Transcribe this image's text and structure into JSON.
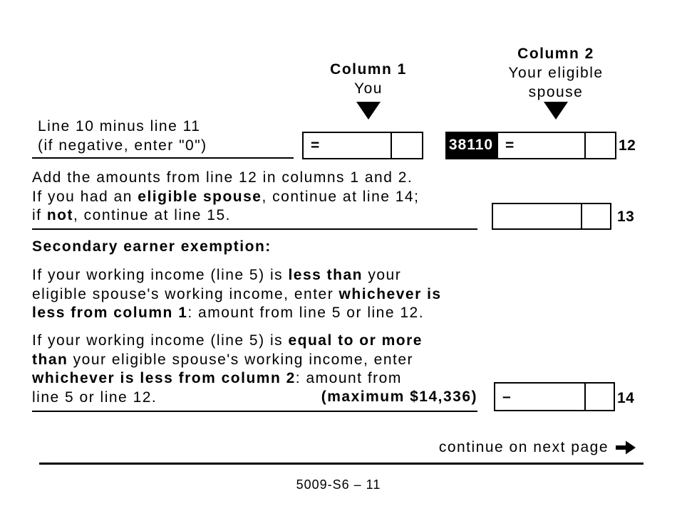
{
  "colors": {
    "ink": "#000000",
    "paper": "#ffffff",
    "field_code_bg": "#000000",
    "field_code_text": "#ffffff"
  },
  "icons": {
    "column_pointer": "down-triangle-icon",
    "continue_arrow": "arrow-right-icon"
  },
  "columns": {
    "col1": {
      "title": "Column 1",
      "subtitle": "You"
    },
    "col2": {
      "title": "Column 2",
      "subtitle_line1": "Your eligible",
      "subtitle_line2": "spouse"
    }
  },
  "line12": {
    "label_line1": "Line 10 minus line 11",
    "label_line2": "(if negative, enter \"0\")",
    "col1_operator": "=",
    "field_code": "38110",
    "col2_operator": "=",
    "line_number": "12"
  },
  "line13": {
    "lines": [
      [
        {
          "t": "Add the amounts from line 12 in columns 1 and 2.",
          "b": false
        }
      ],
      [
        {
          "t": "If you had an ",
          "b": false
        },
        {
          "t": "eligible spouse",
          "b": true
        },
        {
          "t": ", continue at line 14;",
          "b": false
        }
      ],
      [
        {
          "t": "if ",
          "b": false
        },
        {
          "t": "not",
          "b": true
        },
        {
          "t": ", continue at line 15.",
          "b": false
        }
      ]
    ],
    "line_number": "13"
  },
  "secondary_earner": {
    "heading": "Secondary earner exemption:",
    "para1_lines": [
      [
        {
          "t": "If your working income (line 5) is ",
          "b": false
        },
        {
          "t": "less than",
          "b": true
        },
        {
          "t": " your",
          "b": false
        }
      ],
      [
        {
          "t": "eligible spouse's working income, enter ",
          "b": false
        },
        {
          "t": "whichever is",
          "b": true
        }
      ],
      [
        {
          "t": "less from column 1",
          "b": true
        },
        {
          "t": ": amount from line 5 or line 12.",
          "b": false
        }
      ]
    ],
    "para2_lines": [
      [
        {
          "t": "If your working income (line 5) is ",
          "b": false
        },
        {
          "t": "equal to or more",
          "b": true
        }
      ],
      [
        {
          "t": "than",
          "b": true
        },
        {
          "t": " your eligible spouse's working income, enter",
          "b": false
        }
      ],
      [
        {
          "t": "whichever is less from column 2",
          "b": true
        },
        {
          "t": ": amount from",
          "b": false
        }
      ],
      [
        {
          "t": "line 5 or line 12.",
          "b": false
        }
      ]
    ],
    "maximum_note": "(maximum $14,336)"
  },
  "line14": {
    "operator": "–",
    "line_number": "14"
  },
  "footer": {
    "continue_text": "continue on next page",
    "page_id": "5009-S6 – 11"
  }
}
